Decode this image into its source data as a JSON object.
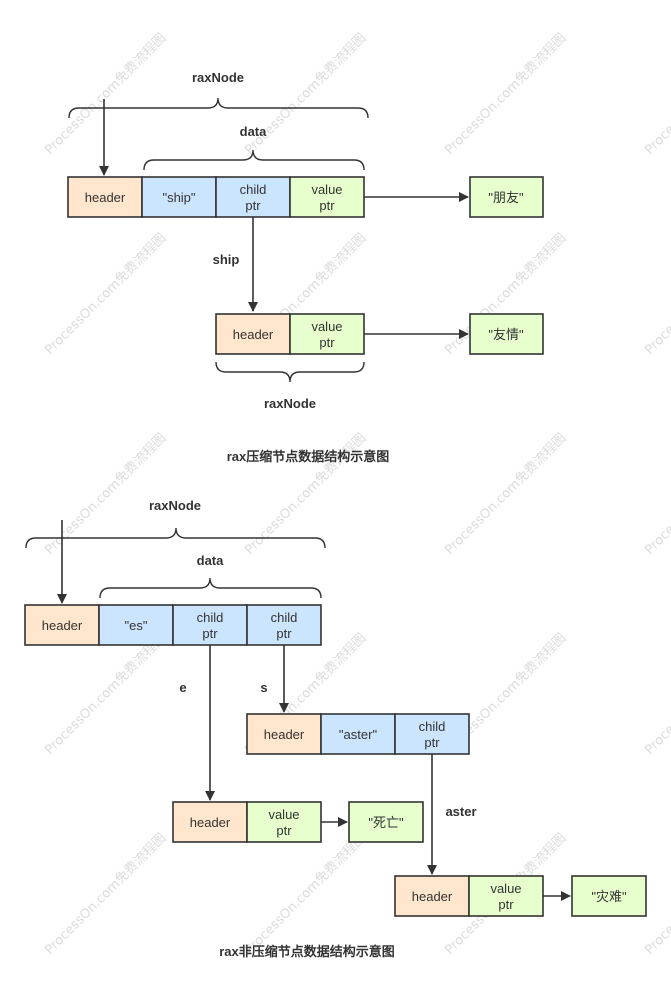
{
  "watermark": "ProcessOn.com免费流程图",
  "colors": {
    "header_fill": "#ffe6cc",
    "data_fill": "#cce5ff",
    "value_fill": "#e6ffcc",
    "stroke": "#333333"
  },
  "diagram1": {
    "brace_top_label": "raxNode",
    "brace_data_label": "data",
    "node1": {
      "header": "header",
      "data": "\"ship\"",
      "child": [
        "child",
        "ptr"
      ],
      "value": [
        "value",
        "ptr"
      ]
    },
    "edge_label": "ship",
    "node2": {
      "header": "header",
      "value": [
        "value",
        "ptr"
      ]
    },
    "brace_bottom_label": "raxNode",
    "value1": "\"朋友\"",
    "value2": "\"友情\"",
    "caption": "rax压缩节点数据结构示意图"
  },
  "diagram2": {
    "brace_top_label": "raxNode",
    "brace_data_label": "data",
    "node1": {
      "header": "header",
      "data": "\"es\"",
      "child1": [
        "child",
        "ptr"
      ],
      "child2": [
        "child",
        "ptr"
      ]
    },
    "edge_e": "e",
    "edge_s": "s",
    "node_aster": {
      "header": "header",
      "data": "\"aster\"",
      "child": [
        "child",
        "ptr"
      ]
    },
    "node_e": {
      "header": "header",
      "value": [
        "value",
        "ptr"
      ]
    },
    "value_e": "\"死亡\"",
    "edge_aster": "aster",
    "node_end": {
      "header": "header",
      "value": [
        "value",
        "ptr"
      ]
    },
    "value_end": "\"灾难\"",
    "caption": "rax非压缩节点数据结构示意图"
  }
}
